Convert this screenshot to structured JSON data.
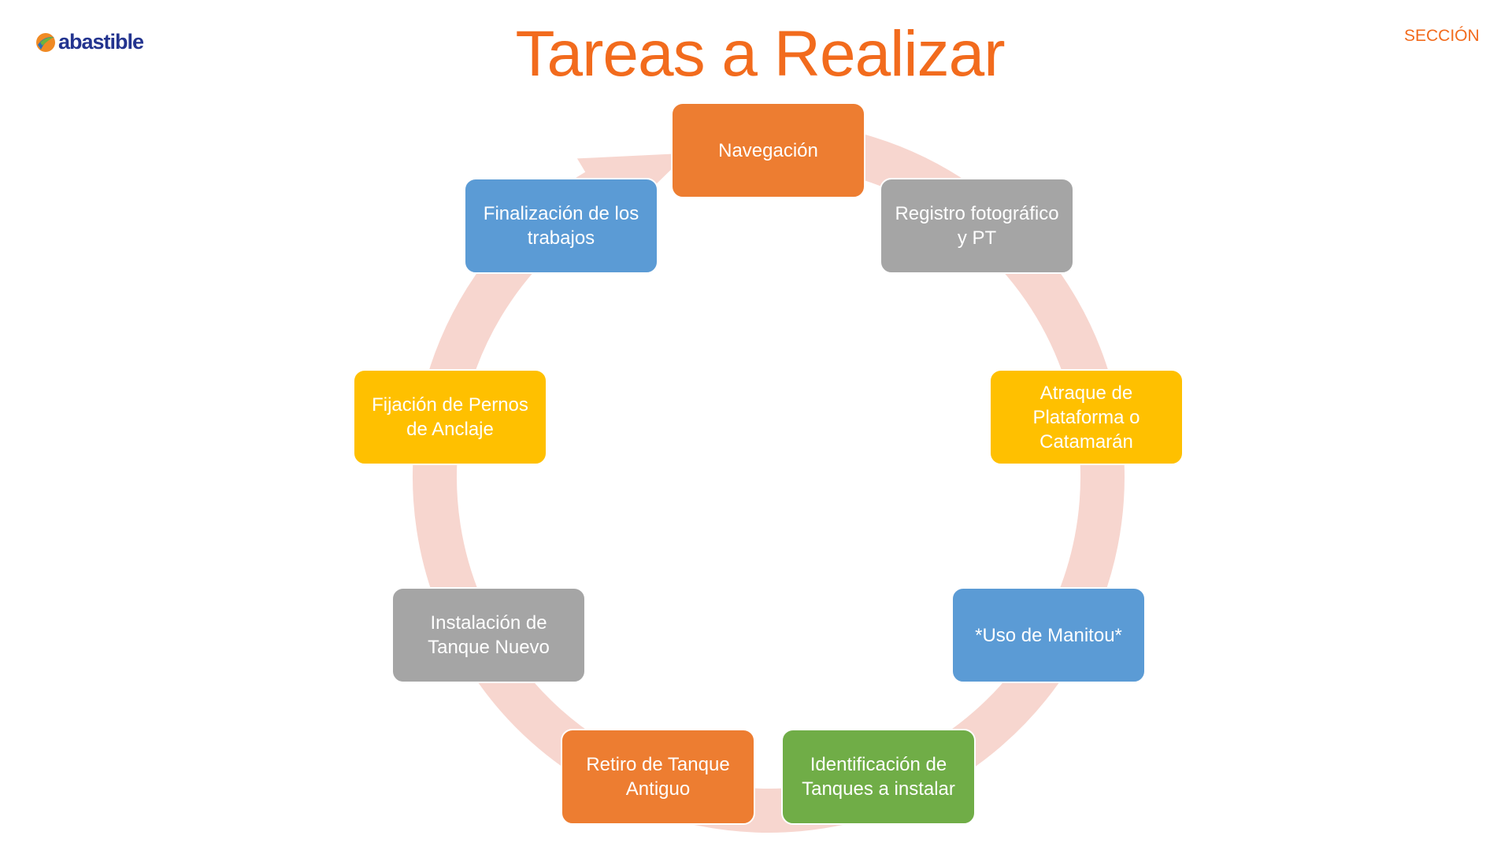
{
  "header": {
    "logo_text": "abastible",
    "title": "Tareas a Realizar",
    "section_label": "SECCIÓN"
  },
  "colors": {
    "accent": "#F26B1D",
    "ring": "#F7D6CF",
    "orange": "#ED7D31",
    "gray": "#A5A5A5",
    "yellow": "#FFC000",
    "blue": "#5B9BD5",
    "green": "#70AD47"
  },
  "cycle": {
    "steps": [
      {
        "label": "Navegación",
        "color": "#ED7D31"
      },
      {
        "label": "Registro fotográfico y PT",
        "color": "#A5A5A5"
      },
      {
        "label": "Atraque de Plataforma o Catamarán",
        "color": "#FFC000"
      },
      {
        "label": "*Uso de Manitou*",
        "color": "#5B9BD5"
      },
      {
        "label": "Identificación de Tanques a instalar",
        "color": "#70AD47"
      },
      {
        "label": "Retiro de Tanque Antiguo",
        "color": "#ED7D31"
      },
      {
        "label": "Instalación de Tanque Nuevo",
        "color": "#A5A5A5"
      },
      {
        "label": "Fijación de Pernos de Anclaje",
        "color": "#FFC000"
      },
      {
        "label": "Finalización de los trabajos",
        "color": "#5B9BD5"
      }
    ]
  }
}
